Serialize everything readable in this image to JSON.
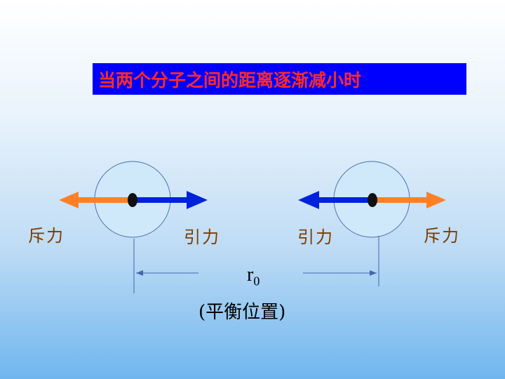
{
  "title": "当两个分子之间的距离逐渐减小时",
  "labels": {
    "left_repulsion": "斥力",
    "left_attraction": "引力",
    "right_attraction": "引力",
    "right_repulsion": "斥力",
    "distance_symbol": "r",
    "distance_subscript": "0",
    "equilibrium": "(平衡位置)"
  },
  "colors": {
    "title_bg": "#0000ff",
    "title_text": "#ff2a2a",
    "attraction": "#0022dd",
    "repulsion": "#ff7f27",
    "molecule_fill": "#cfe9fb",
    "label_text": "#7a3d00"
  }
}
